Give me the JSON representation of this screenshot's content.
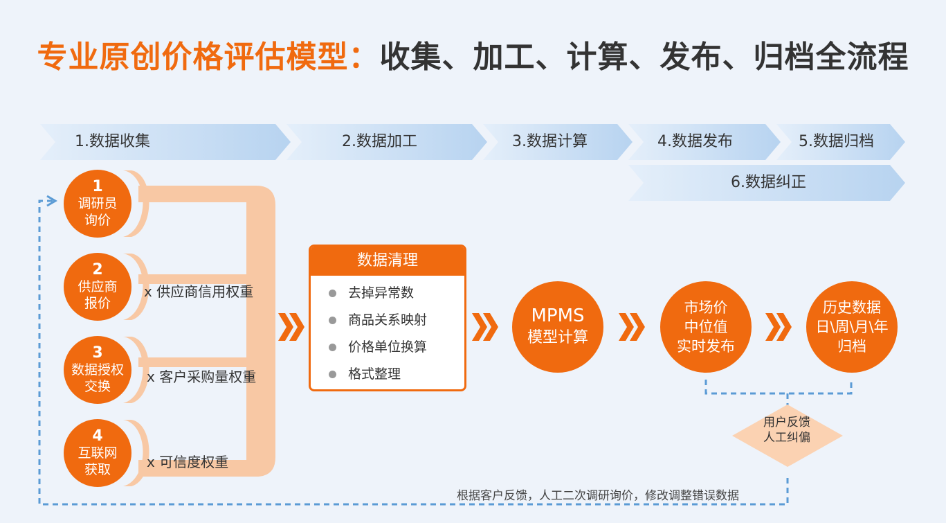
{
  "title": {
    "highlight": "专业原创价格评估模型：",
    "rest": "收集、加工、计算、发布、归档全流程"
  },
  "stages": [
    {
      "label": "1.数据收集"
    },
    {
      "label": "2.数据加工"
    },
    {
      "label": "3.数据计算"
    },
    {
      "label": "4.数据发布"
    },
    {
      "label": "5.数据归档"
    },
    {
      "label": "6.数据纠正"
    }
  ],
  "sources": [
    {
      "num": "1",
      "line1": "调研员",
      "line2": "询价",
      "weight": ""
    },
    {
      "num": "2",
      "line1": "供应商",
      "line2": "报价",
      "weight": "x 供应商信用权重"
    },
    {
      "num": "3",
      "line1": "数据授权",
      "line2": "交换",
      "weight": "x 客户采购量权重"
    },
    {
      "num": "4",
      "line1": "互联网",
      "line2": "获取",
      "weight": "x 可信度权重"
    }
  ],
  "cleaning": {
    "title": "数据清理",
    "items": [
      "去掉异常数",
      "商品关系映射",
      "价格单位换算",
      "格式整理"
    ]
  },
  "model": {
    "line1": "MPMS",
    "line2": "模型计算"
  },
  "publish": {
    "line1": "市场价",
    "line2": "中位值",
    "line3": "实时发布"
  },
  "archive": {
    "line1": "历史数据",
    "line2": "日\\周\\月\\年",
    "line3": "归档"
  },
  "feedback": {
    "line1": "用户反馈",
    "line2": "人工纠偏"
  },
  "footnote": "根据客户反馈，人工二次调研询价，修改调整错误数据",
  "colors": {
    "accent": "#f06a0f",
    "light_orange": "#f8c8a4",
    "band": "#b7d3f0",
    "dashed": "#5b9bd5",
    "background": "#eef3fa"
  }
}
